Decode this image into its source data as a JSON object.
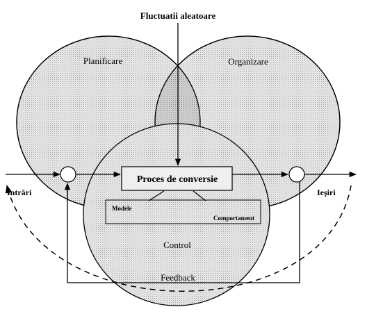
{
  "diagram": {
    "top_label": "Fluctuatii aleatoare",
    "circles": {
      "planificare": "Planificare",
      "organizare": "Organizare",
      "control": "Control"
    },
    "process_box": "Proces de conversie",
    "sub_box": {
      "left": "Modele",
      "right": "Comportament"
    },
    "inputs": "Intrări",
    "outputs": "Ieşiri",
    "feedback": "Feedback"
  }
}
